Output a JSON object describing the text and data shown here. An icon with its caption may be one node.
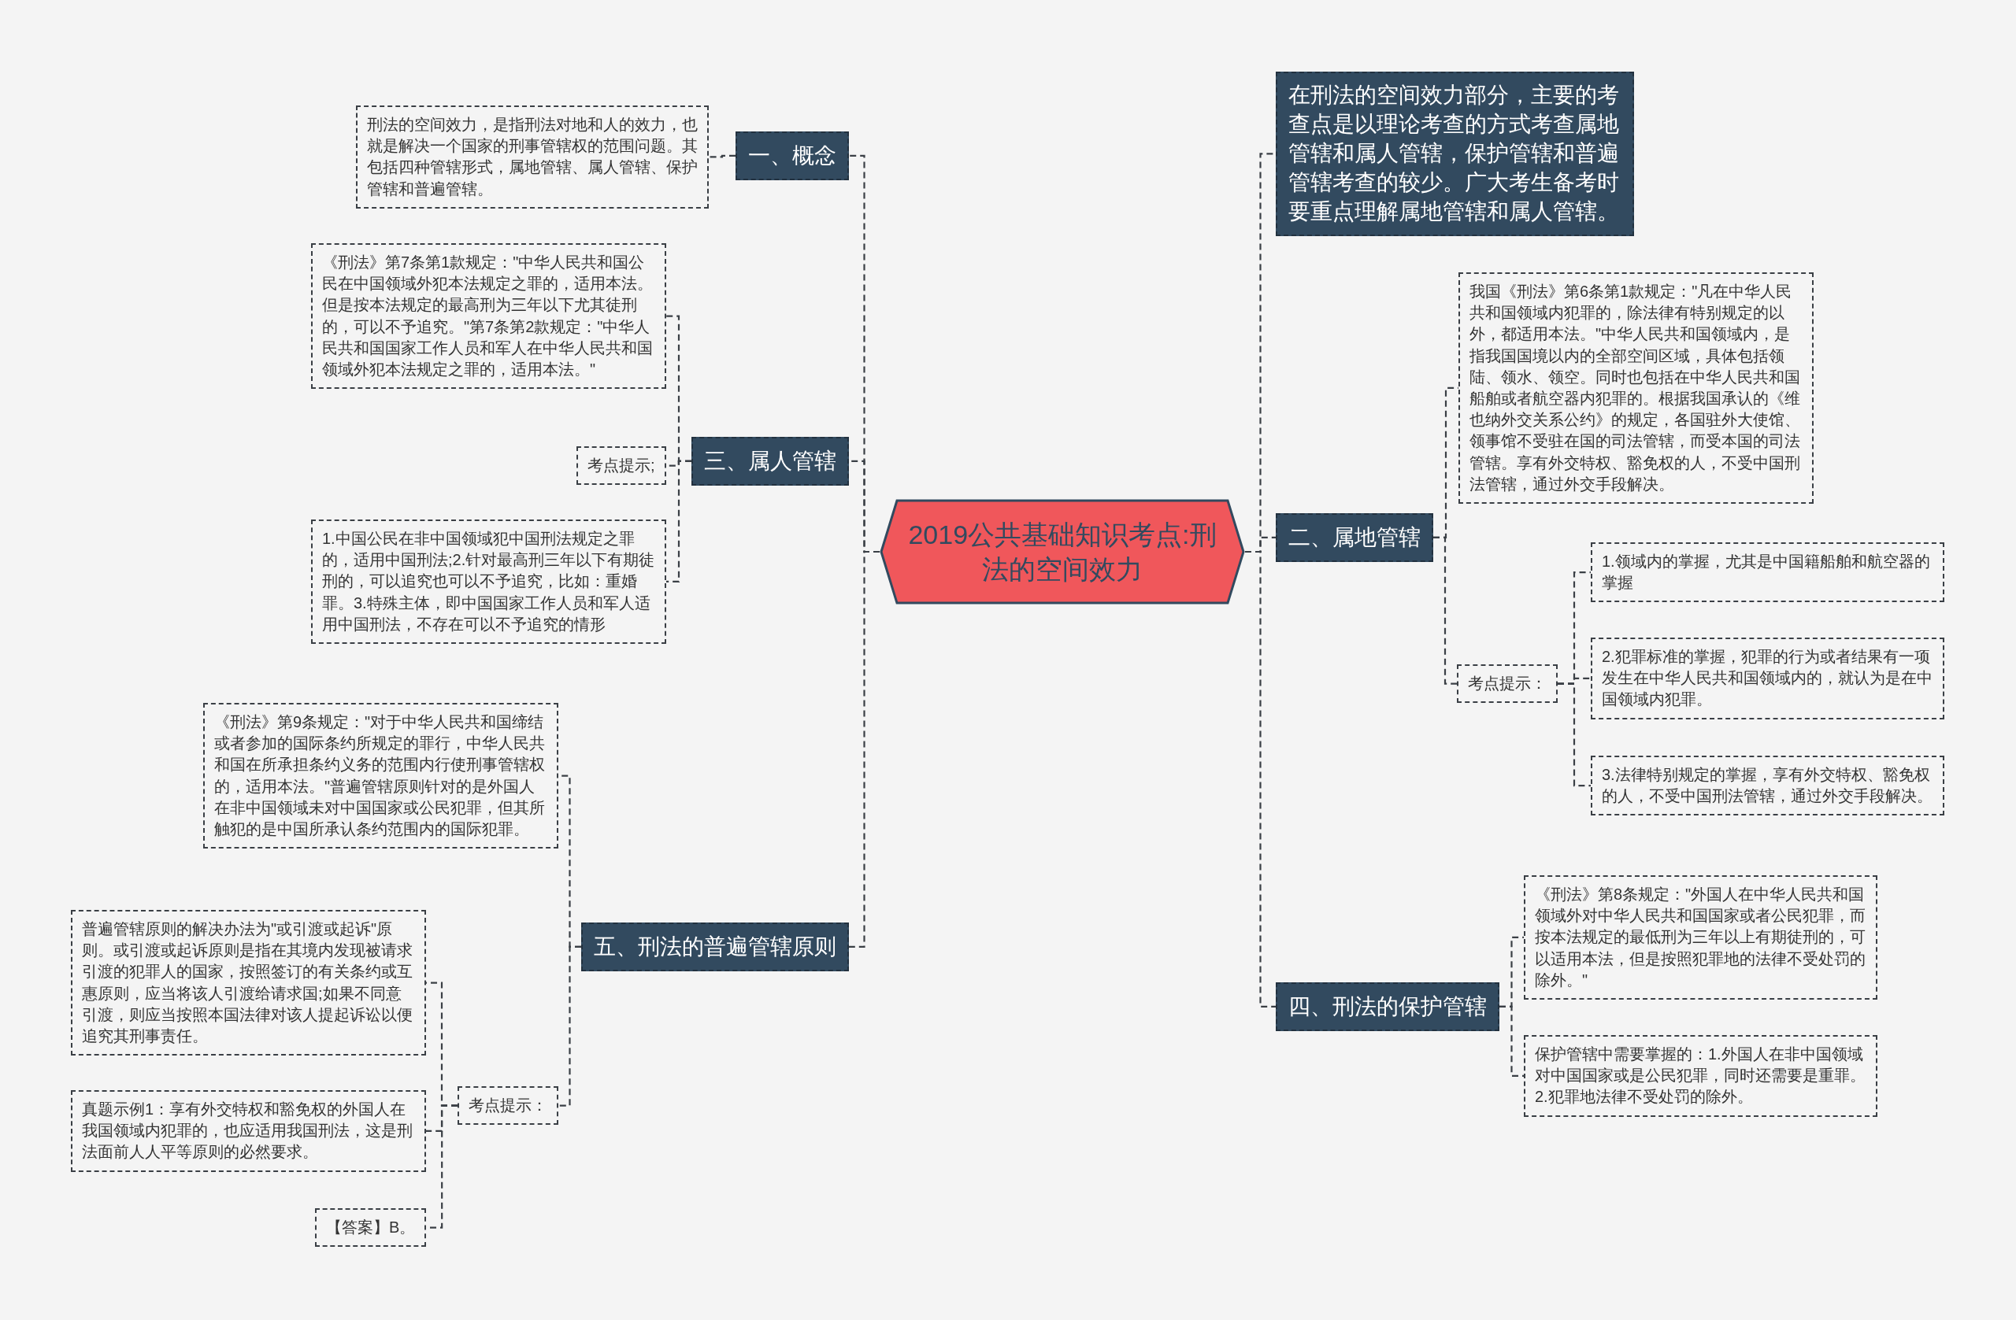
{
  "diagram": {
    "nodes": [
      {
        "text": [
          "2019公共基础知识考点:刑法的空间效力"
        ]
      },
      {
        "text": [
          "一、概念"
        ]
      },
      {
        "text": [
          "刑法的空间效力，是指刑法对地和人的效力，也就是解决一个国家的刑事管辖权的范围问题。其包括四种管辖形式，属地管辖、属人管辖、保护管辖和普遍管辖。"
        ]
      },
      {
        "text": [
          "三、属人管辖"
        ]
      },
      {
        "text": [
          "《刑法》第7条第1款规定：\"中华人民共和国公民在中国领域外犯本法规定之罪的，适用本法。但是按本法规定的最高刑为三年以下尤其徒刑的，可以不予追究。\"第7条第2款规定：\"中华人民共和国国家工作人员和军人在中华人民共和国领域外犯本法规定之罪的，适用本法。\""
        ]
      },
      {
        "text": [
          "考点提示;"
        ]
      },
      {
        "text": [
          "1.中国公民在非中国领域犯中国刑法规定之罪的，适用中国刑法;2.针对最高刑三年以下有期徒刑的，可以追究也可以不予追究，比如：重婚罪。3.特殊主体，即中国国家工作人员和军人适用中国刑法，不存在可以不予追究的情形"
        ]
      },
      {
        "text": [
          "五、刑法的普遍管辖原则"
        ]
      },
      {
        "text": [
          "《刑法》第9条规定：\"对于中华人民共和国缔结或者参加的国际条约所规定的罪行，中华人民共和国在所承担条约义务的范围内行使刑事管辖权的，适用本法。\"普遍管辖原则针对的是外国人在非中国领域未对中国国家或公民犯罪，但其所触犯的是中国所承认条约范围内的国际犯罪。"
        ]
      },
      {
        "text": [
          "考点提示："
        ]
      },
      {
        "text": [
          "普遍管辖原则的解决办法为\"或引渡或起诉\"原则。或引渡或起诉原则是指在其境内发现被请求引渡的犯罪人的国家，按照签订的有关条约或互惠原则，应当将该人引渡给请求国;如果不同意引渡，则应当按照本国法律对该人提起诉讼以便追究其刑事责任。"
        ]
      },
      {
        "text": [
          "真题示例1：享有外交特权和豁免权的外国人在我国领域内犯罪的，也应适用我国刑法，这是刑法面前人人平等原则的必然要求。"
        ]
      },
      {
        "text": [
          "【答案】B。"
        ]
      },
      {
        "text": [
          "在刑法的空间效力部分，主要的考查点是以理论考查的方式考查属地管辖和属人管辖，保护管辖和普遍管辖考查的较少。广大考生备考时要重点理解属地管辖和属人管辖。"
        ]
      },
      {
        "text": [
          "二、属地管辖"
        ]
      },
      {
        "text": [
          "我国《刑法》第6条第1款规定：\"凡在中华人民共和国领域内犯罪的，除法律有特别规定的以外，都适用本法。\"中华人民共和国领域内，是指我国国境以内的全部空间区域，具体包括领陆、领水、领空。同时也包括在中华人民共和国船舶或者航空器内犯罪的。根据我国承认的《维也纳外交关系公约》的规定，各国驻外大使馆、领事馆不受驻在国的司法管辖，而受本国的司法管辖。享有外交特权、豁免权的人，不受中国刑法管辖，通过外交手段解决。"
        ]
      },
      {
        "text": [
          "考点提示："
        ]
      },
      {
        "text": [
          "1.领域内的掌握，尤其是中国籍船舶和航空器的掌握"
        ]
      },
      {
        "text": [
          "2.犯罪标准的掌握，犯罪的行为或者结果有一项发生在中华人民共和国领域内的，就认为是在中国领域内犯罪。"
        ]
      },
      {
        "text": [
          "3.法律特别规定的掌握，享有外交特权、豁免权的人，不受中国刑法管辖，通过外交手段解决。"
        ]
      },
      {
        "text": [
          "四、刑法的保护管辖"
        ]
      },
      {
        "text": [
          "《刑法》第8条规定：\"外国人在中华人民共和国领域外对中华人民共和国国家或者公民犯罪，而按本法规定的最低刑为三年以上有期徒刑的，可以适用本法，但是按照犯罪地的法律不受处罚的除外。\""
        ]
      },
      {
        "text": [
          "保护管辖中需要掌握的：1.外国人在非中国领域对中国国家或是公民犯罪，同时还需要是重罪。2.犯罪地法律不受处罚的除外。"
        ]
      }
    ],
    "edges": [
      {
        "from": 0,
        "to": 1,
        "arrow": "none"
      },
      {
        "from": 1,
        "to": 2,
        "arrow": "none"
      },
      {
        "from": 0,
        "to": 3,
        "arrow": "none"
      },
      {
        "from": 3,
        "to": 4,
        "arrow": "none"
      },
      {
        "from": 3,
        "to": 5,
        "arrow": "none"
      },
      {
        "from": 3,
        "to": 6,
        "arrow": "none"
      },
      {
        "from": 0,
        "to": 7,
        "arrow": "none"
      },
      {
        "from": 7,
        "to": 8,
        "arrow": "none"
      },
      {
        "from": 7,
        "to": 9,
        "arrow": "none"
      },
      {
        "from": 9,
        "to": 10,
        "arrow": "none"
      },
      {
        "from": 9,
        "to": 11,
        "arrow": "none"
      },
      {
        "from": 9,
        "to": 12,
        "arrow": "none"
      },
      {
        "from": 0,
        "to": 13,
        "arrow": "none"
      },
      {
        "from": 0,
        "to": 14,
        "arrow": "none"
      },
      {
        "from": 14,
        "to": 15,
        "arrow": "none"
      },
      {
        "from": 14,
        "to": 16,
        "arrow": "none"
      },
      {
        "from": 16,
        "to": 17,
        "arrow": "none"
      },
      {
        "from": 16,
        "to": 18,
        "arrow": "none"
      },
      {
        "from": 16,
        "to": 19,
        "arrow": "none"
      },
      {
        "from": 0,
        "to": 20,
        "arrow": "none"
      },
      {
        "from": 20,
        "to": 21,
        "arrow": "none"
      },
      {
        "from": 20,
        "to": 22,
        "arrow": "none"
      }
    ]
  }
}
